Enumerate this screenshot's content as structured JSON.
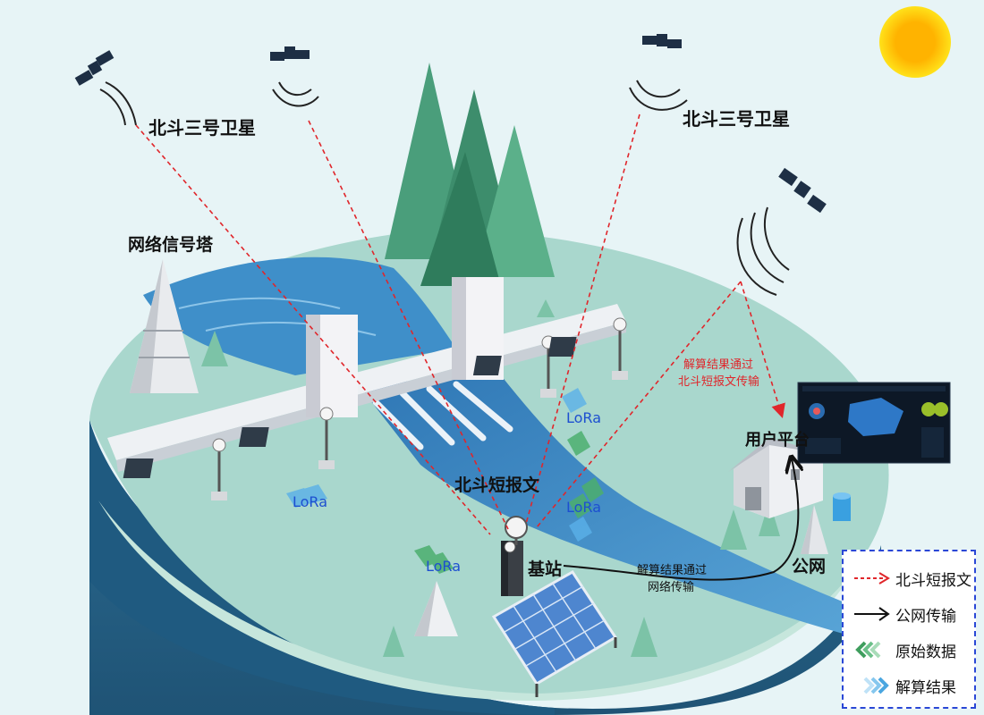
{
  "labels": {
    "satellite_left": "北斗三号卫星",
    "satellite_right": "北斗三号卫星",
    "tower": "网络信号塔",
    "short_msg": "北斗短报文",
    "base_station": "基站",
    "user_platform": "用户平台",
    "public_net": "公网",
    "lora": "LoRa",
    "result_via_beidou_1": "解算结果通过",
    "result_via_beidou_2": "北斗短报文传输",
    "result_via_net_1": "解算结果通过",
    "result_via_net_2": "网络传输"
  },
  "legend": [
    {
      "label": "北斗短报文",
      "symbol": "red-dashed-arrow-icon"
    },
    {
      "label": "公网传输",
      "symbol": "black-arrow-icon"
    },
    {
      "label": "原始数据",
      "symbol": "green-chevron-icon"
    },
    {
      "label": "解算结果",
      "symbol": "blue-chevron-icon"
    }
  ],
  "colors": {
    "beidou_link": "#e0262b",
    "public_link": "#111111",
    "raw_data": "#4caf6e",
    "result_data": "#5ab0e8",
    "lora_text": "#1d4fd0",
    "legend_border": "#2a47d6",
    "water": "#3f8fc9",
    "ground": "#a9d7cd",
    "sun": "#ffb300"
  }
}
